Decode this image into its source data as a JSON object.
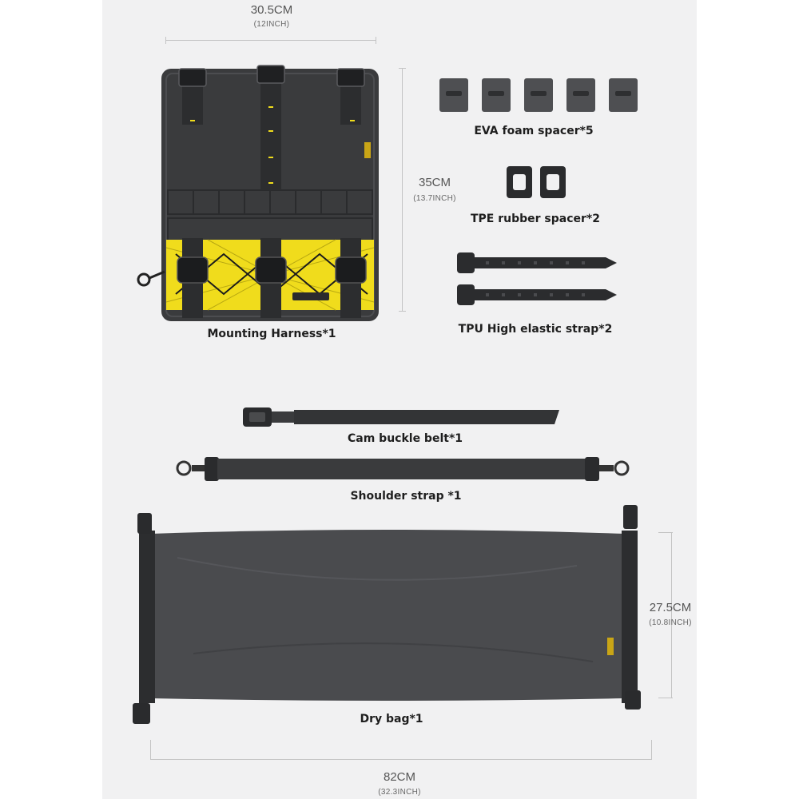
{
  "dimensions": {
    "harness_width": {
      "metric": "30.5CM",
      "imperial": "(12INCH)"
    },
    "harness_height": {
      "metric": "35CM",
      "imperial": "(13.7INCH)"
    },
    "drybag_height": {
      "metric": "27.5CM",
      "imperial": "(10.8INCH)"
    },
    "drybag_width": {
      "metric": "82CM",
      "imperial": "(32.3INCH)"
    }
  },
  "items": {
    "mounting_harness": "Mounting Harness*1",
    "eva_foam_spacer": "EVA foam spacer*5",
    "tpe_rubber_spacer": "TPE rubber spacer*2",
    "tpu_strap": "TPU High elastic strap*2",
    "cam_buckle_belt": "Cam buckle belt*1",
    "shoulder_strap": "Shoulder strap *1",
    "dry_bag": "Dry bag*1"
  },
  "colors": {
    "panel": "#f1f1f2",
    "harness_body": "#3a3b3d",
    "accent_yellow": "#f0dc1c",
    "drybag": "#4a4b4e",
    "strap": "#2f3032"
  }
}
